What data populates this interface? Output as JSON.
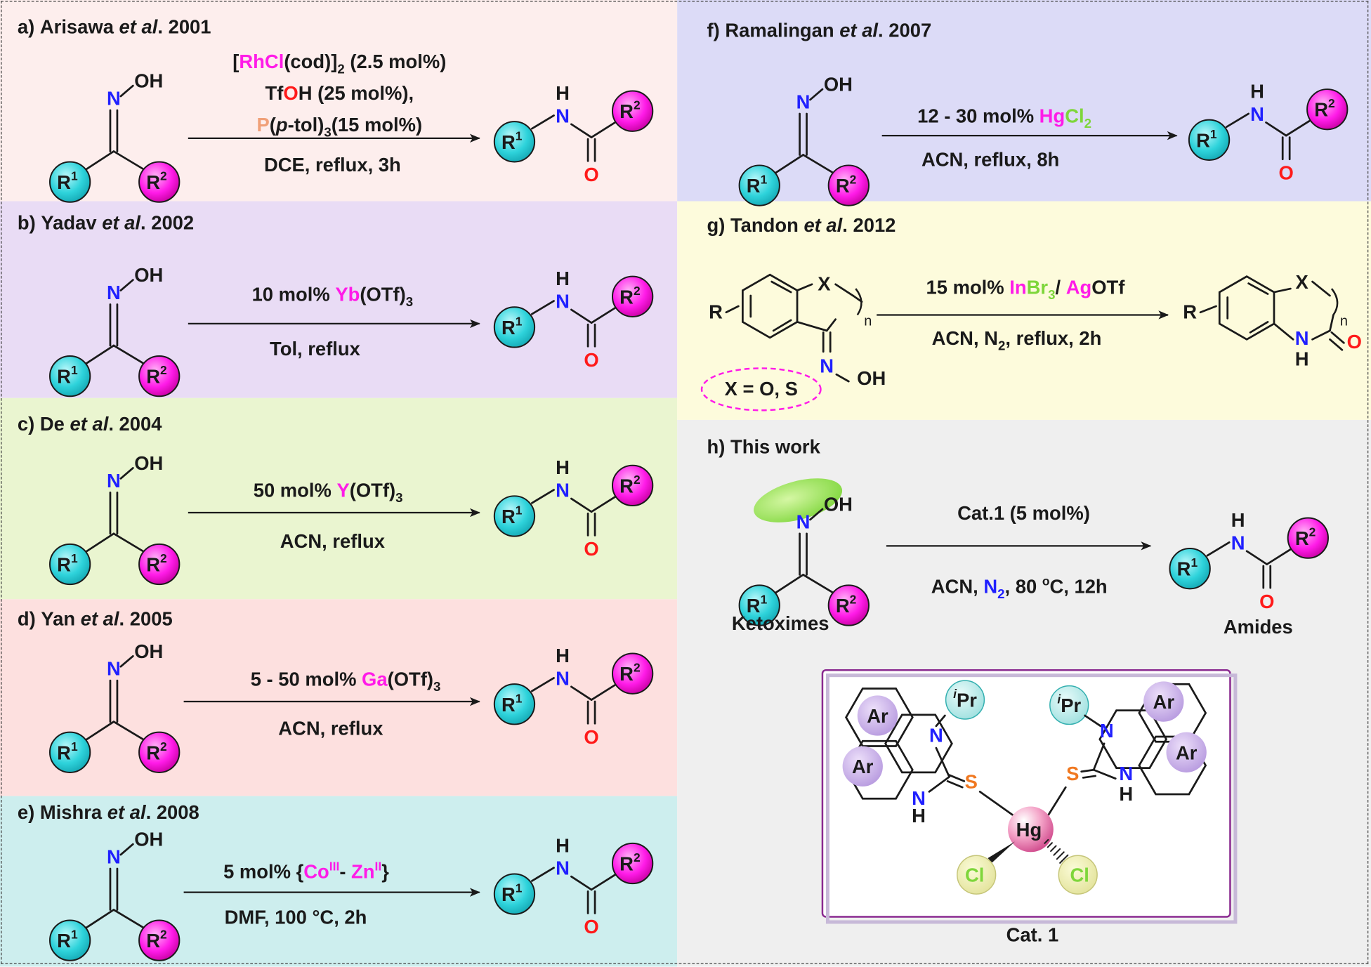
{
  "colors": {
    "a": "#fdeeed",
    "b": "#e9dcf5",
    "c": "#eaf5d0",
    "d": "#fde0df",
    "e": "#cdeeee",
    "f": "#dcdbf7",
    "g": "#fdfbdc",
    "h": "#efefef",
    "cyan": "#2ed3db",
    "magenta": "#ff1be8",
    "pink": "#ff3bd5",
    "green": "#7ed63b",
    "blue": "#2020ff",
    "red": "#ff1a1a",
    "orange": "#f0a078",
    "sulfur": "#f07820",
    "purple_ring": "#8a2a90"
  },
  "panels": [
    {
      "key": "a",
      "label": "a)",
      "author": "Arisawa",
      "etal": "et al",
      "year": ". 2001",
      "conditions_above": [
        "[RhCl(cod)]2 (2.5 mol%)",
        "TfOH (25 mol%),",
        "P(p-tol)3(15 mol%)"
      ],
      "conditions_below": [
        "DCE, reflux, 3h"
      ]
    },
    {
      "key": "b",
      "label": "b)",
      "author": "Yadav",
      "etal": "et al",
      "year": ". 2002",
      "conditions_above": [
        "10 mol% Yb(OTf)3"
      ],
      "conditions_below": [
        "Tol, reflux"
      ]
    },
    {
      "key": "c",
      "label": "c)",
      "author": "De",
      "etal": "et al",
      "year": ". 2004",
      "conditions_above": [
        "50 mol% Y(OTf)3"
      ],
      "conditions_below": [
        "ACN, reflux"
      ]
    },
    {
      "key": "d",
      "label": "d)",
      "author": "Yan",
      "etal": "et al",
      "year": ". 2005",
      "conditions_above": [
        "5 - 50 mol% Ga(OTf)3"
      ],
      "conditions_below": [
        "ACN, reflux"
      ]
    },
    {
      "key": "e",
      "label": "e)",
      "author": "Mishra",
      "etal": "et al",
      "year": ". 2008",
      "conditions_above": [
        "5 mol% {CoIII- ZnII}"
      ],
      "conditions_below": [
        "DMF, 100 °C, 2h"
      ]
    },
    {
      "key": "f",
      "label": "f)",
      "author": "Ramalingan",
      "etal": "et al",
      "year": ". 2007",
      "conditions_above": [
        "12 - 30 mol% HgCl2"
      ],
      "conditions_below": [
        "ACN, reflux, 8h"
      ]
    },
    {
      "key": "g",
      "label": "g)",
      "author": "Tandon",
      "etal": "et al",
      "year": ". 2012",
      "conditions_above": [
        "15 mol% InBr3/ AgOTf"
      ],
      "conditions_below": [
        "ACN, N2, reflux, 2h"
      ],
      "x_note": "X = O, S"
    },
    {
      "key": "h",
      "label": "h)",
      "author": "This work",
      "etal": "",
      "year": "",
      "conditions_above": [
        "Cat.1 (5 mol%)"
      ],
      "conditions_below": [
        "ACN, N2, 80 °C, 12h"
      ],
      "substrate_caption": "Ketoximes",
      "product_caption": "Amides",
      "catalyst_caption": "Cat. 1"
    }
  ],
  "atoms": {
    "N": "N",
    "H": "H",
    "O": "O",
    "OH": "OH",
    "R": "R",
    "X": "X",
    "n": "n",
    "S": "S",
    "Hg": "Hg",
    "Cl": "Cl",
    "r1": "R",
    "r1_sup": "1",
    "r2": "R",
    "r2_sup": "2",
    "Ar": "Ar",
    "iPr": "Pr",
    "iPr_sup": "i"
  }
}
